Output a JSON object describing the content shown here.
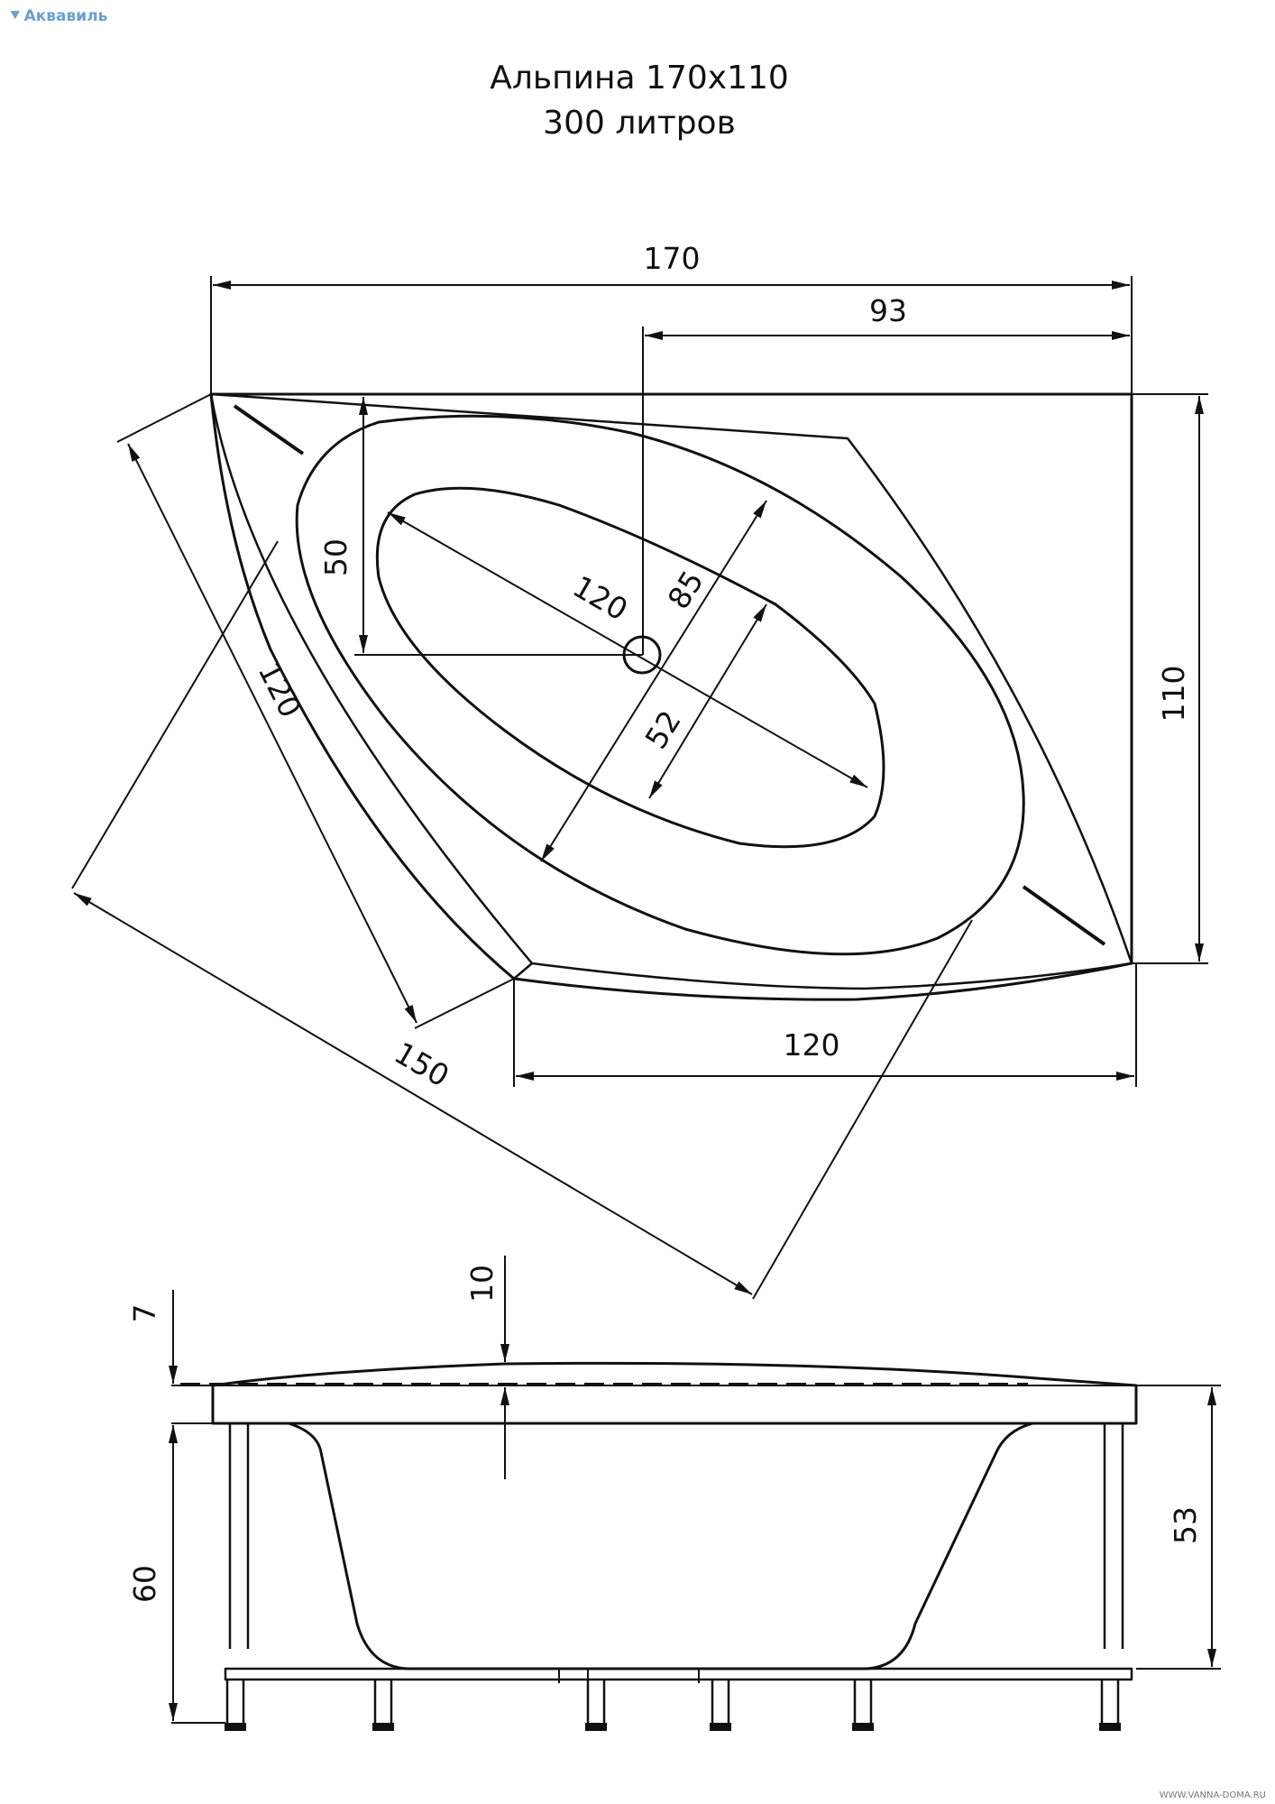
{
  "brand": {
    "logo_text": "Аквавиль",
    "logo_color": "#6a9fd8"
  },
  "header": {
    "title": "Альпина 170х110",
    "subtitle": "300 литров"
  },
  "plan_dimensions": {
    "overall_length": "170",
    "drain_offset": "93",
    "overall_width": "110",
    "left_side": "120",
    "bottom_side": "120",
    "diagonal": "150",
    "bowl_length": "120",
    "bowl_width_outer": "85",
    "bowl_width_inner": "52",
    "drain_depth_offset": "50"
  },
  "side_dimensions": {
    "rim_thickness": "7",
    "rim_slope": "10",
    "total_height": "60",
    "bowl_depth": "53"
  },
  "footer": {
    "watermark": "WWW.VANNA-DOMA.RU"
  }
}
